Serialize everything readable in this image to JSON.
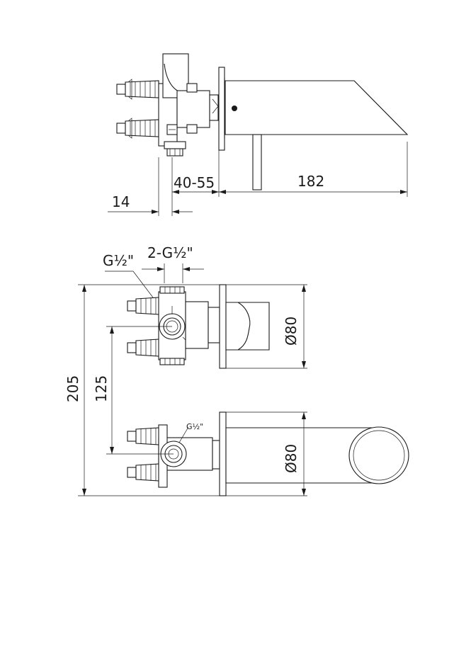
{
  "top_view": {
    "dim_pipe": "14",
    "dim_wall": "40-55",
    "dim_spout": "182"
  },
  "front_view": {
    "thread_single": "G½\"",
    "thread_double": "2-G½\"",
    "dim_total_height": "205",
    "dim_center": "125",
    "dim_handle_dia": "Ø80",
    "dim_spout_dia": "Ø80",
    "thread_small": "G½\""
  }
}
